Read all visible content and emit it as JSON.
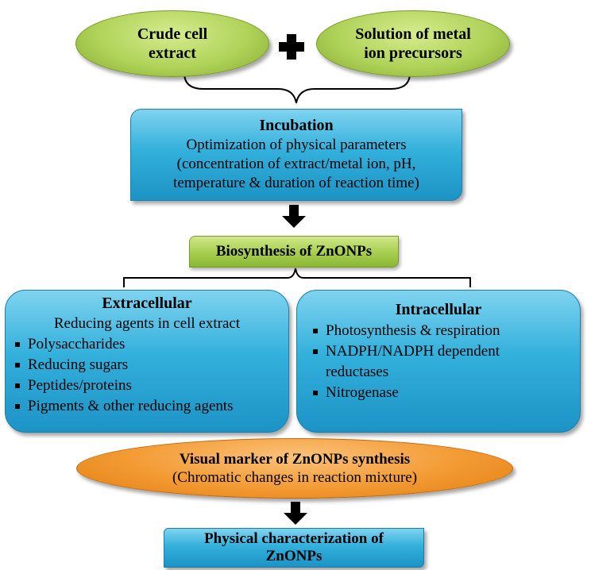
{
  "inputs": {
    "left_oval": [
      "Crude cell",
      "extract"
    ],
    "right_oval": [
      "Solution of metal",
      "ion precursors"
    ],
    "plus_icon": "plus-icon"
  },
  "incubation": {
    "title": "Incubation",
    "lines": [
      "Optimization of physical parameters",
      "(concentration of  extract/metal ion, pH,",
      "temperature  & duration of  reaction time)"
    ]
  },
  "biosynthesis": {
    "label": "Biosynthesis of ZnONPs"
  },
  "extracellular": {
    "title": "Extracellular",
    "subtitle": "Reducing agents in cell extract",
    "items": [
      "Polysaccharides",
      "Reducing sugars",
      "Peptides/proteins",
      "Pigments & other reducing agents"
    ]
  },
  "intracellular": {
    "title": "Intracellular",
    "items": [
      "Photosynthesis & respiration",
      "NADPH/NADPH dependent reductases",
      "Nitrogenase"
    ]
  },
  "visual_marker": {
    "title": "Visual marker of ZnONPs synthesis",
    "subtitle": "(Chromatic changes in reaction mixture)"
  },
  "characterization": {
    "lines": [
      "Physical characterization  of",
      "ZnONPs"
    ]
  },
  "colors": {
    "green": "#a9d051",
    "blue": "#33b0dc",
    "orange": "#f39a33"
  }
}
